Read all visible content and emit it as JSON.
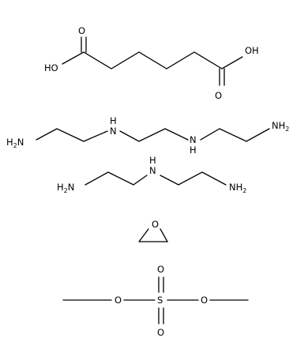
{
  "molecules": {
    "adipic_acid": {
      "left_oh": "HO",
      "right_oh": "OH",
      "o_left": "O",
      "o_right": "O"
    },
    "triethylenetetramine": {
      "nh2_left": "H2N",
      "nh_1": "H",
      "nh_1_n": "N",
      "nh_2": "H",
      "nh_2_n": "N",
      "nh2_right": "NH2"
    },
    "diethylenetriamine": {
      "nh2_left": "H2N",
      "nh": "H",
      "nh_n": "N",
      "nh2_right": "NH2"
    },
    "oxirane": {
      "o": "O"
    },
    "dimethyl_sulfate": {
      "s": "S",
      "o_top": "O",
      "o_bottom": "O",
      "o_left": "O",
      "o_right": "O"
    }
  }
}
